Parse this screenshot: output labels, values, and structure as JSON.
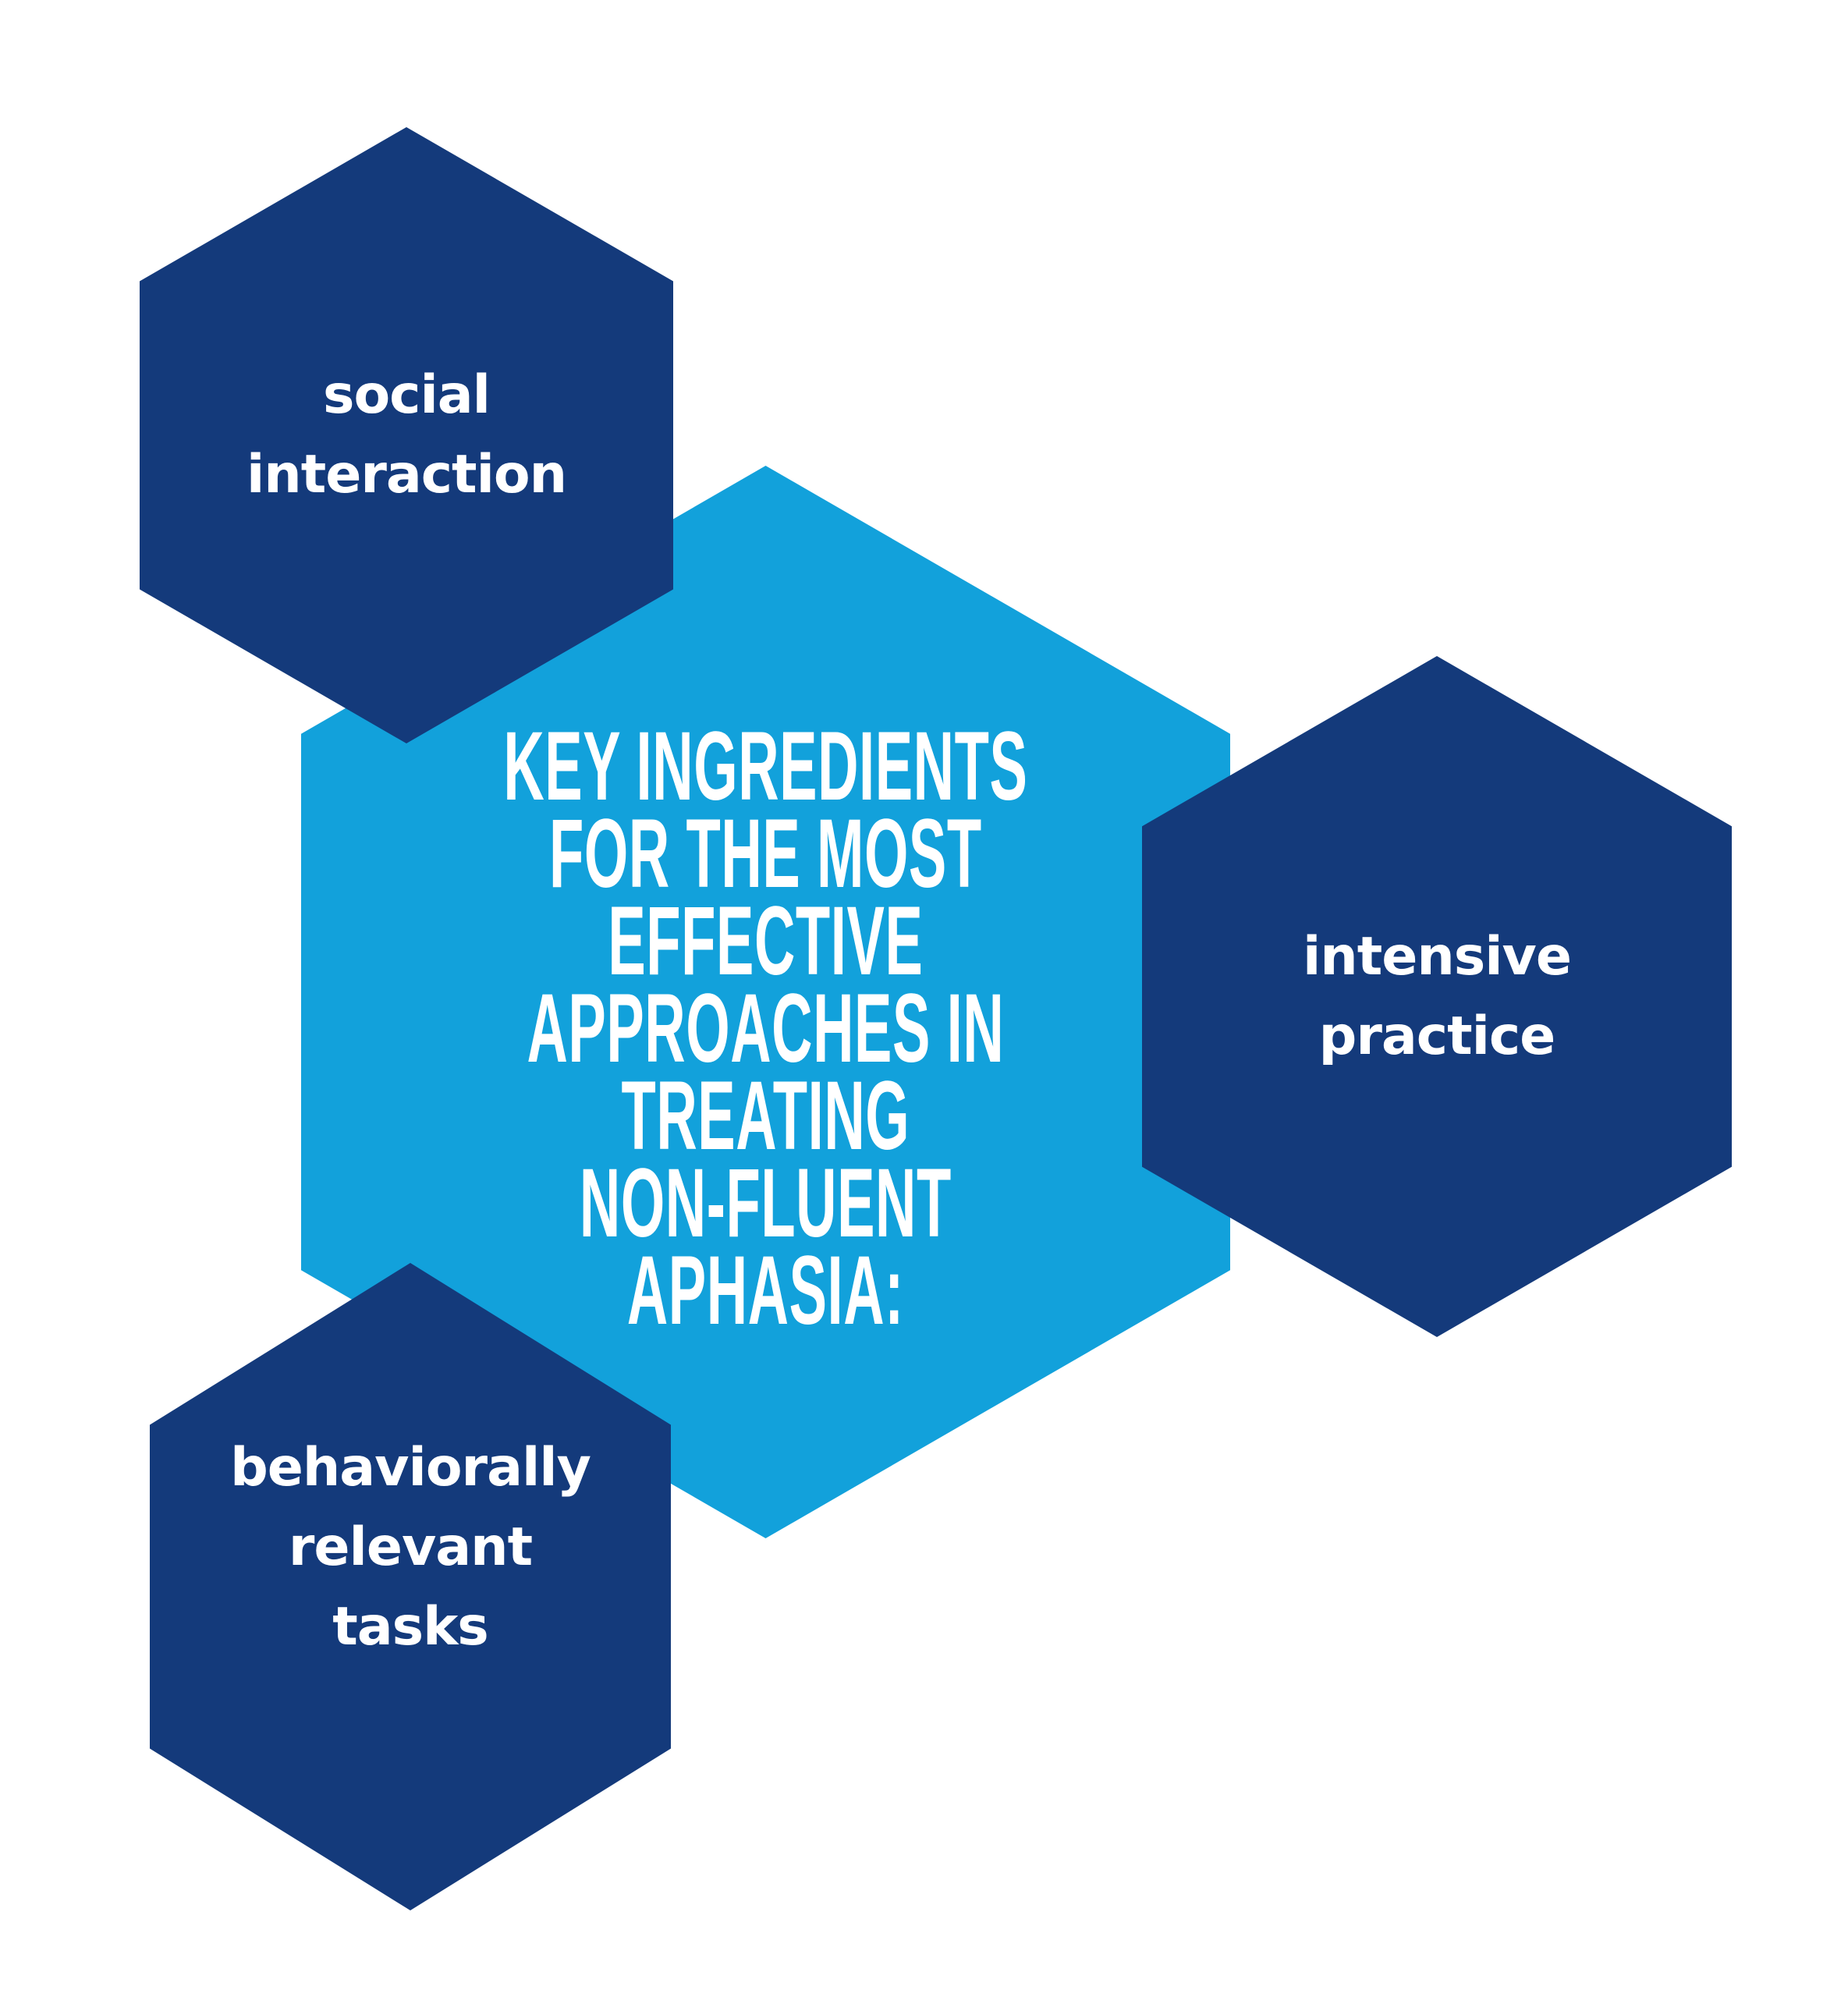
{
  "colors": {
    "background": "#FFFFFF",
    "light_blue": "#12A1DB",
    "dark_blue": "#143A7B",
    "text": "#FFFFFF"
  },
  "center": {
    "title": "KEY INGREDIENTS\nFOR THE MOST\nEFFECTIVE\nAPPROACHES IN\nTREATING\nNON-FLUENT\nAPHASIA:"
  },
  "nodes": [
    {
      "id": "social-interaction",
      "label": "social\ninteraction"
    },
    {
      "id": "intensive-practice",
      "label": "intensive\npractice"
    },
    {
      "id": "behaviorally-relevant-tasks",
      "label": "behaviorally\nrelevant\ntasks"
    }
  ]
}
